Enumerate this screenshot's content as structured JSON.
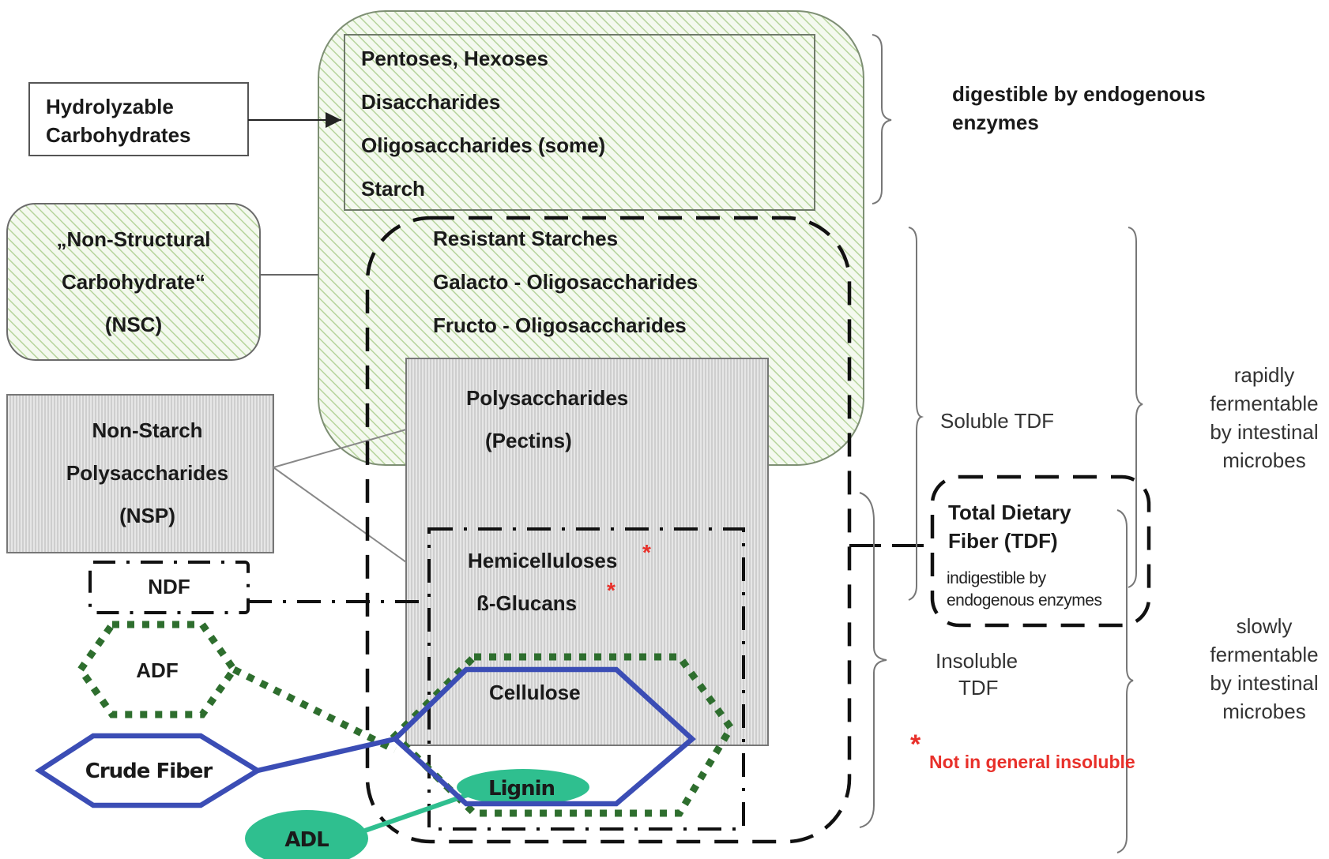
{
  "diagram": {
    "title_boxes": {
      "hydrolyzable": [
        "Hydrolyzable",
        "Carbohydrates"
      ],
      "nsc": [
        "„Non-Structural",
        "Carbohydrate“",
        "(NSC)"
      ],
      "nsp": [
        "Non-Starch",
        "Polysaccharides",
        "(NSP)"
      ],
      "ndf": "NDF",
      "adf": "ADF",
      "crude_fiber": "Crude Fiber",
      "adl": "ADL"
    },
    "digestible_list": [
      "Pentoses, Hexoses",
      "Disaccharides",
      "Oligosaccharides (some)",
      "Starch"
    ],
    "resistant_list": [
      "Resistant Starches",
      "Galacto - Oligosaccharides",
      "Fructo -  Oligosaccharides"
    ],
    "polysaccharides": [
      "Polysaccharides",
      "(Pectins)"
    ],
    "hemicellulose_group": {
      "items": [
        "Hemicelluloses",
        "ß-Glucans"
      ],
      "footnote_marker": "*"
    },
    "cellulose": "Cellulose",
    "lignin": "Lignin",
    "right_labels": {
      "digestible": [
        "digestible by endogenous",
        "enzymes"
      ],
      "soluble_tdf": "Soluble TDF",
      "insoluble_tdf": [
        "Insoluble",
        "TDF"
      ],
      "tdf_box": {
        "title": [
          "Total Dietary",
          "Fiber (TDF)"
        ],
        "subtitle": [
          "indigestible by",
          "endogenous enzymes"
        ]
      },
      "rapidly": [
        "rapidly",
        "fermentable",
        "by intestinal",
        "microbes"
      ],
      "slowly": [
        "slowly",
        "fermentable",
        "by intestinal",
        "microbes"
      ]
    },
    "footnote": {
      "marker": "*",
      "text": "Not in general insoluble"
    },
    "colors": {
      "hatch_green": "#a8cc8c",
      "nsc_fill": "#f3f8ee",
      "nsp_gray": "#d4d4d4",
      "crude_fiber_blue": "#3b4db5",
      "adf_green": "#2e6e2e",
      "lignin_teal": "#2fbf8f",
      "footnote_red": "#e8302a"
    }
  }
}
